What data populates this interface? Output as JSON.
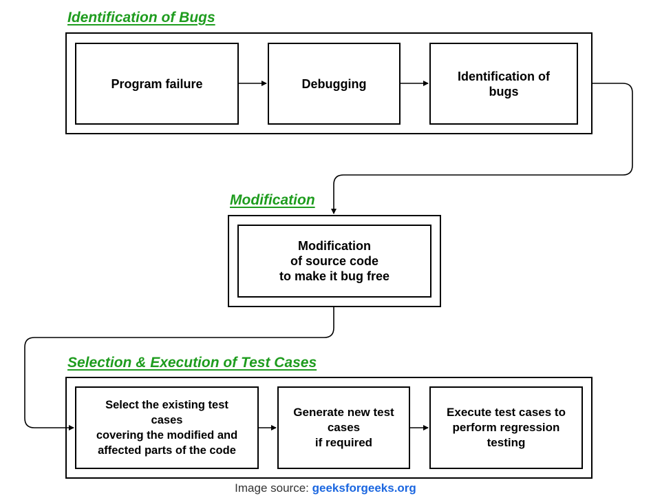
{
  "sections": {
    "identification": {
      "title": "Identification of Bugs",
      "boxes": [
        "Program failure",
        "Debugging",
        "Identification of\nbugs"
      ]
    },
    "modification": {
      "title": "Modification",
      "box": "Modification\nof source code\nto make it bug free"
    },
    "selection": {
      "title": "Selection & Execution of Test Cases",
      "boxes": [
        "Select the existing test\ncases\ncovering the modified and\naffected parts of the code",
        "Generate new test\ncases\nif required",
        "Execute test cases to\nperform regression\ntesting"
      ]
    }
  },
  "credit": {
    "prefix": "Image source: ",
    "site": "geeksforgeeks.org"
  },
  "colors": {
    "section_title": "#1e9c1e",
    "credit_link": "#1a66e0",
    "border": "#000000"
  }
}
